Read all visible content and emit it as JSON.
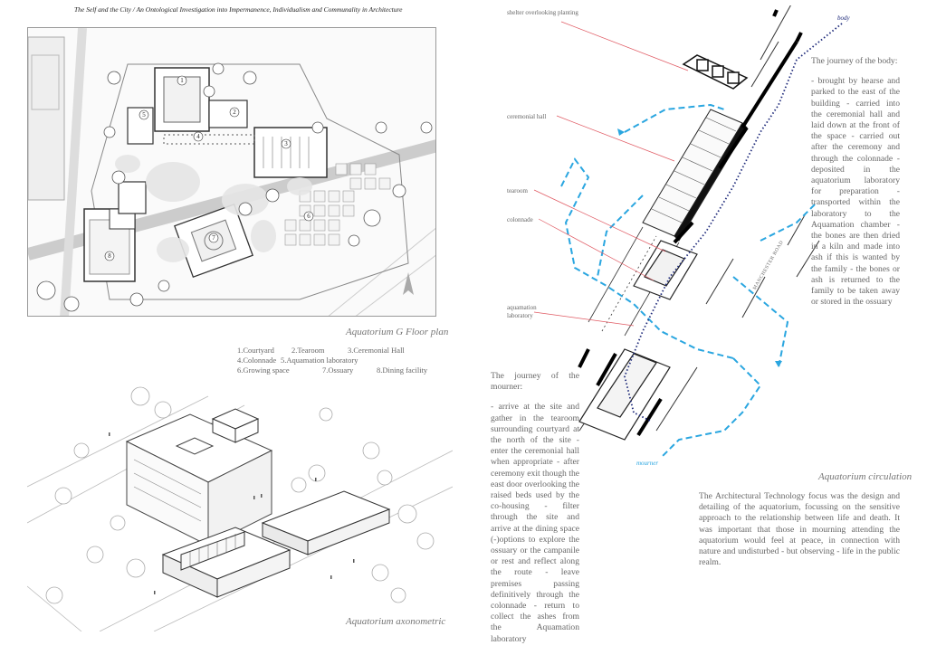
{
  "page_title": "The Self and the City / An Ontological Investigation into Impermanence, Individualism and Communality in Architecture",
  "floor_plan": {
    "caption": "Aquatorium G Floor plan",
    "legend": [
      "1.Courtyard",
      "2.Tearoom",
      "3.Ceremonial Hall",
      "4.Colonnade",
      "5.Aquamation laboratory",
      "6.Growing space",
      "7.Ossuary",
      "8.Dining facility"
    ],
    "markers": [
      "1",
      "2",
      "3",
      "4",
      "5",
      "6",
      "7",
      "8"
    ]
  },
  "axonometric": {
    "caption": "Aquatorium axonometric"
  },
  "circulation": {
    "caption": "Aquatorium circulation",
    "labels": {
      "shelter": "shelter overlooking planting",
      "ceremonial_hall": "ceremonial hall",
      "tearoom": "tearoom",
      "colonnade": "colonnade",
      "aquamation": "aquamation laboratory",
      "body_path": "body",
      "mourner_path": "mourner",
      "road": "MANCHESTER ROAD"
    },
    "path_colors": {
      "mourner": "#2aa6e0",
      "body": "#1e2a7a"
    }
  },
  "journey_body": {
    "title": "The journey of the body:",
    "text": "- brought by hearse and parked to the east of the building - carried into the ceremonial hall and laid down at the front of the space - carried out after the ceremony and through the colonnade - deposited in the aquatorium laboratory for preparation - transported within the laboratory to the Aquamation chamber - the bones are then dried in a kiln and made into ash if this is wanted by the family - the bones or ash is returned to the family to be taken away or stored in the ossuary"
  },
  "journey_mourner": {
    "title": "The journey of the mourner:",
    "text": "- arrive at the site and gather in the tearoom surrounding courtyard at the north of the site - enter the ceremonial hall when appropriate - after ceremony exit though the east door overlooking the raised beds used by the co-housing - filter through the site and arrive at the dining space (-)options to explore the ossuary or the campanile or rest and reflect along the route - leave premises passing definitively through the colonnade - return to collect the ashes from the Aquamation laboratory"
  },
  "technology": {
    "text": "The Architectural Technology focus was the design and detailing of the aquatorium, focussing on the sensitive approach to the relationship between life and death. It was important that those in mourning attending the aquatorium would feel at peace, in connection with nature and undisturbed - but observing - life in the public realm."
  }
}
